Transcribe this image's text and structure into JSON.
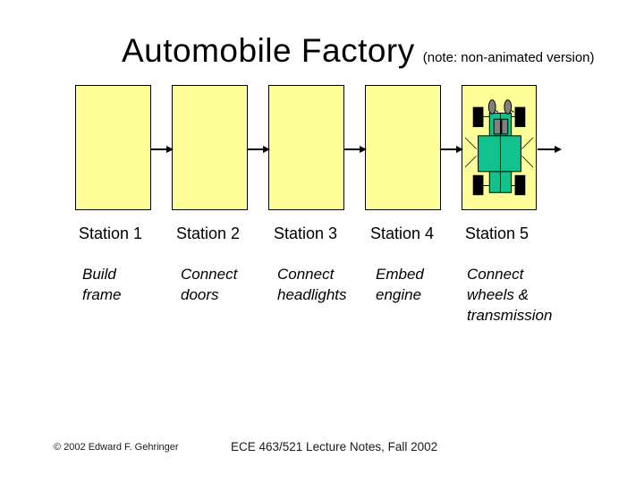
{
  "title": "Automobile Factory",
  "title_note": "(note: non-animated version)",
  "stations": [
    {
      "name": "Station 1",
      "task": "Build\nframe"
    },
    {
      "name": "Station 2",
      "task": "Connect\ndoors"
    },
    {
      "name": "Station 3",
      "task": "Connect\nheadlights"
    },
    {
      "name": "Station 4",
      "task": "Embed\nengine"
    },
    {
      "name": "Station 5",
      "task": "Connect\nwheels &\ntransmission"
    }
  ],
  "icons": {
    "car": "car-top-view-icon"
  },
  "footer": {
    "copyright": "© 2002 Edward F. Gehringer",
    "course": "ECE 463/521 Lecture Notes, Fall 2002"
  },
  "colors": {
    "station_box": "#FFFF99",
    "outline": "#000000",
    "car_body": "#11C28E",
    "car_window": "#808080",
    "car_wheel": "#000000"
  }
}
